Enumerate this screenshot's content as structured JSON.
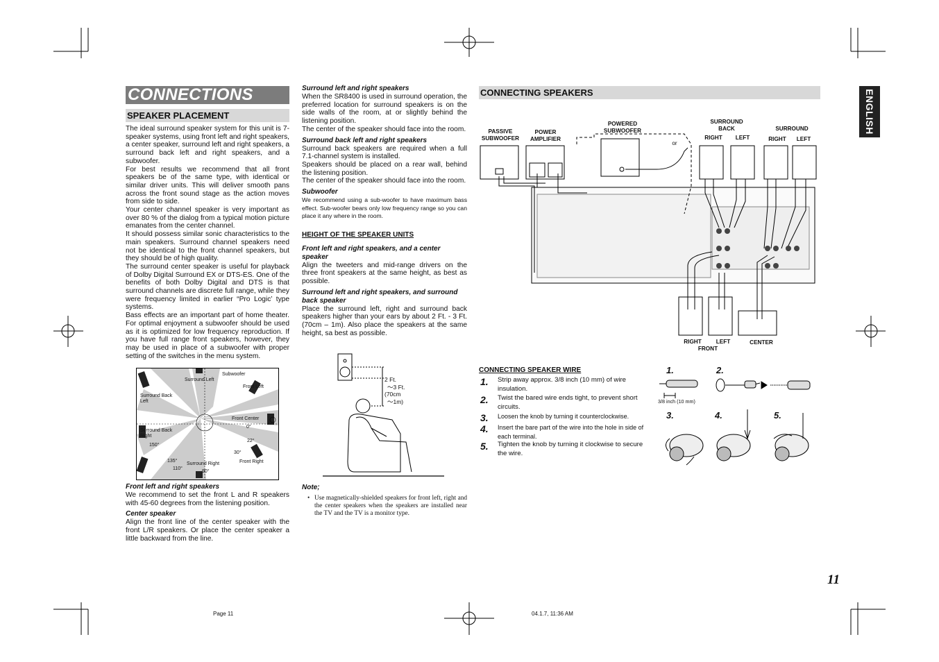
{
  "page_title": "CONNECTIONS",
  "language_tab": "ENGLISH",
  "speaker_placement": {
    "heading": "SPEAKER PLACEMENT",
    "paragraphs": [
      "The ideal surround speaker system for this unit is 7-speaker systems, using front left and right speakers, a center speaker, surround left and right speakers, a surround back left and right speakers, and a subwoofer.",
      "For best results we recommend that all front speakers be of the same type, with identical or similar driver units. This will deliver smooth pans across the front sound stage as the action moves from side to side.",
      "Your center channel speaker is very important as over 80 % of the dialog from a typical motion picture emanates from the center channel.",
      "It should possess similar sonic characteristics to the main speakers. Surround channel speakers need not be identical to the front channel speakers, but they should be of high quality.",
      "The surround center speaker is useful for playback of Dolby Digital Surround EX or DTS-ES. One of the benefits of both Dolby Digital and DTS is that surround channels are discrete full range, while they were frequency limited in earlier “Pro Logic’ type systems.",
      "Bass effects are an important part of home theater. For optimal enjoyment a subwoofer should be used as it is optimized for low frequency reproduction. If you have full range front speakers, however, they may be used in place of a subwoofer with proper setting of the switches in the menu system."
    ],
    "diagram_labels": {
      "subwoofer": "Subwoofer",
      "surround_left": "Surround Left",
      "front_left": "Front Left",
      "surround_back_left": "Surround  Back Left",
      "front_center": "Front Center",
      "zero": "0°",
      "surround_back_right": "Surround  Back Right",
      "a150": "150°",
      "a22": "22°",
      "a30": "30°",
      "a135": "135°",
      "a110": "110°",
      "surround_right": "Surround Right",
      "a90": "90°",
      "front_right": "Front Right"
    },
    "front_lr_heading": "Front left and right speakers",
    "front_lr_text": "We recommend to set the front L and R speakers with 45-60 degrees from the listening position.",
    "center_heading": "Center speaker",
    "center_text": "Align the front line of the center speaker with the front L/R speakers. Or place the center speaker a little backward from the line."
  },
  "middle": {
    "surround_lr_heading": "Surround left and right speakers",
    "surround_lr_text1": "When the SR8400 is used in surround operation, the preferred location for surround speakers is on the side walls of the room, at or slightly behind the listening position.",
    "surround_lr_text2": "The center of the speaker should face into the room.",
    "surround_back_heading": "Surround back left and right speakers",
    "surround_back_text1": "Surround back speakers are required when a full 7.1-channel system is installed.",
    "surround_back_text2": "Speakers should be placed on a rear wall, behind the listening position.",
    "surround_back_text3": "The center of the speaker should face into the room.",
    "subwoofer_heading": "Subwoofer",
    "subwoofer_text": "We recommend using a sub-woofer to have maximum bass effect. Sub-woofer bears only low frequency range so you can place it any where in the room.",
    "height_heading": "HEIGHT OF THE SPEAKER UNITS",
    "front_center_heading": "Front left and right speakers, and a center speaker",
    "front_center_text": "Align the tweeters and mid-range drivers on the three front speakers at the same height, as best as possible.",
    "surround_heading": "Surround left and right speakers, and surround back speaker",
    "surround_text": "Place the surround left, right and surround back speakers higher than your ears by about 2 Ft. - 3 Ft.(70cm – 1m). Also place the speakers at the same height, sa best as possible.",
    "height_labels": [
      "2 Ft.",
      "～3 Ft.",
      "(70cm",
      "～1m)"
    ],
    "note_heading": "Note;",
    "note_text": "Use magnetically-shielded speakers for front left, right and the center speakers when the speakers are installed near the TV and the TV is a monitor type."
  },
  "connecting": {
    "heading": "CONNECTING SPEAKERS",
    "labels": {
      "passive_sub": "PASSIVE SUBWOOFER",
      "power_amp": "POWER AMPLIFIER",
      "powered_sub": "POWERED SUBWOOFER",
      "or": "or",
      "surround_back": "SURROUND BACK",
      "right": "RIGHT",
      "left": "LEFT",
      "surround": "SURROUND",
      "front_right": "RIGHT",
      "front_left": "LEFT",
      "front": "FRONT",
      "center": "CENTER"
    },
    "wire_heading": "CONNECTING SPEAKER WIRE",
    "steps": [
      {
        "num": "1.",
        "text": "Strip away approx. 3/8 inch (10 mm) of wire insulation."
      },
      {
        "num": "2.",
        "text": "Twist the bared wire ends tight, to prevent short circuits."
      },
      {
        "num": "3.",
        "text": "Loosen the knob by turning it counterclockwise."
      },
      {
        "num": "4.",
        "text": "Insert the bare part of the wire into the hole in side of each terminal."
      },
      {
        "num": "5.",
        "text": "Tighten the knob by turning it clockwise to secure the wire."
      }
    ],
    "fig_nums": [
      "1.",
      "2.",
      "3.",
      "4.",
      "5."
    ],
    "strip_label": "3/8 inch (10 mm)"
  },
  "page_number": "11",
  "footer_left": "Page 11",
  "footer_right": "04.1.7, 11:36 AM"
}
